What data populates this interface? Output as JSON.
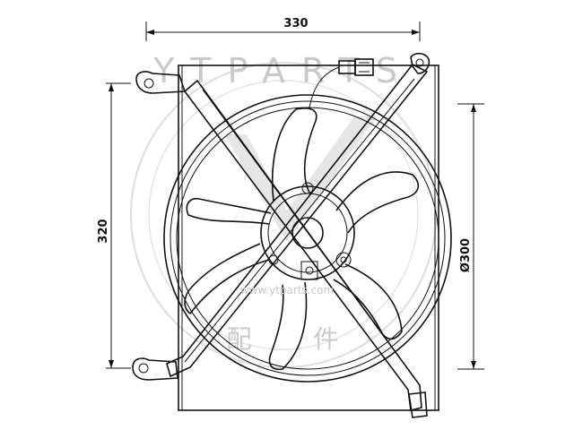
{
  "dimensions": {
    "width_label": "330",
    "height_label": "320",
    "diameter_label": "Ø300"
  },
  "watermark": {
    "url": "www.ytparts.com",
    "characters": "配 件",
    "arc_text": "YTPARTS"
  },
  "icons": {
    "connector": "electrical-connector-icon",
    "motor": "fan-motor-icon"
  }
}
